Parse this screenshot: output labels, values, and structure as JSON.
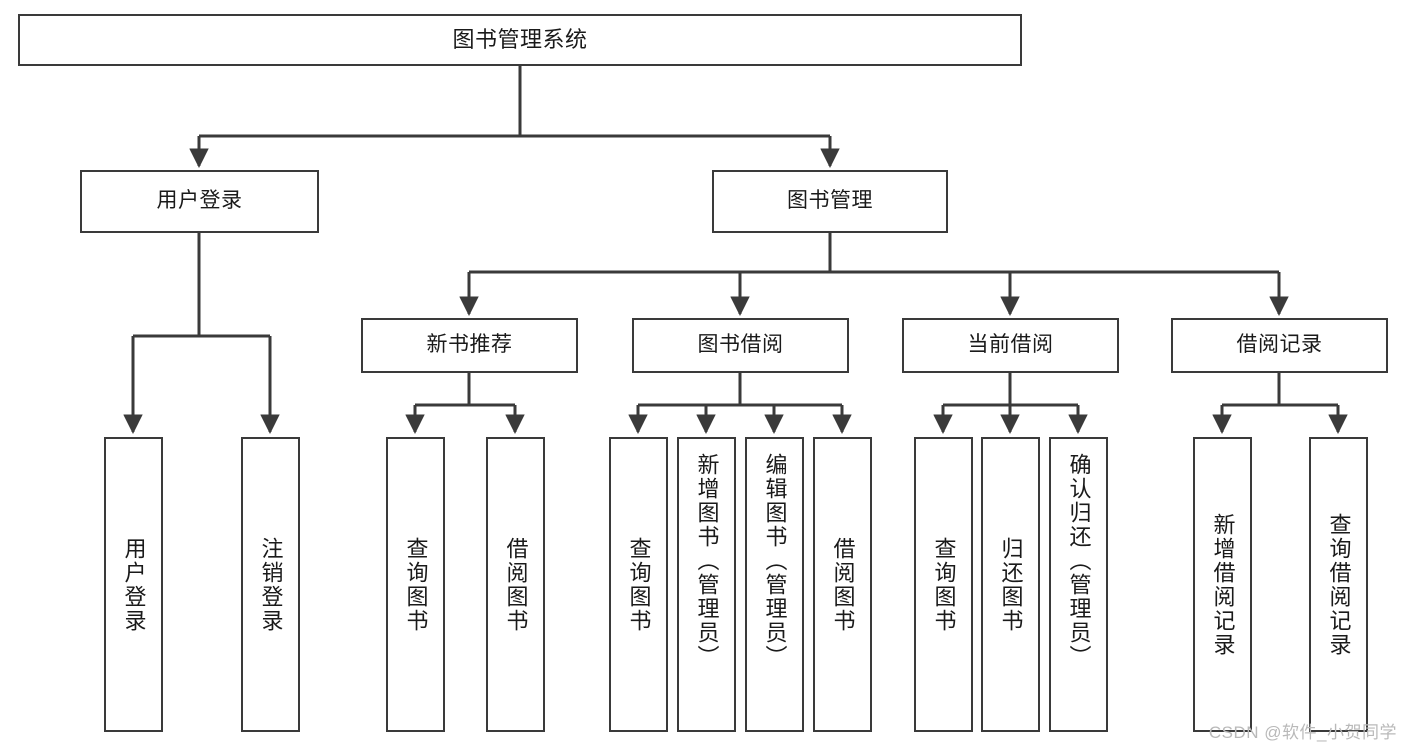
{
  "diagram": {
    "type": "tree",
    "title": "图书管理系统",
    "watermark": "CSDN @软件_小贺同学",
    "colors": {
      "border": "#3a3a3a",
      "fill": "#ffffff",
      "line": "#3a3a3a",
      "text": "#1a1a1a",
      "watermark": "#b9b9b9"
    },
    "root": {
      "label": "图书管理系统"
    },
    "level2": [
      {
        "label": "用户登录"
      },
      {
        "label": "图书管理"
      }
    ],
    "level3": [
      {
        "label": "新书推荐"
      },
      {
        "label": "图书借阅"
      },
      {
        "label": "当前借阅"
      },
      {
        "label": "借阅记录"
      }
    ],
    "leaves": {
      "user_login": [
        {
          "label": "用户登录"
        },
        {
          "label": "注销登录"
        }
      ],
      "new_book": [
        {
          "label": "查询图书"
        },
        {
          "label": "借阅图书"
        }
      ],
      "book_borrow": [
        {
          "label": "查询图书"
        },
        {
          "label": "新增图书（管理员）"
        },
        {
          "label": "编辑图书（管理员）"
        },
        {
          "label": "借阅图书"
        }
      ],
      "current_borrow": [
        {
          "label": "查询图书"
        },
        {
          "label": "归还图书"
        },
        {
          "label": "确认归还（管理员）"
        }
      ],
      "borrow_record": [
        {
          "label": "新增借阅记录"
        },
        {
          "label": "查询借阅记录"
        }
      ]
    }
  }
}
